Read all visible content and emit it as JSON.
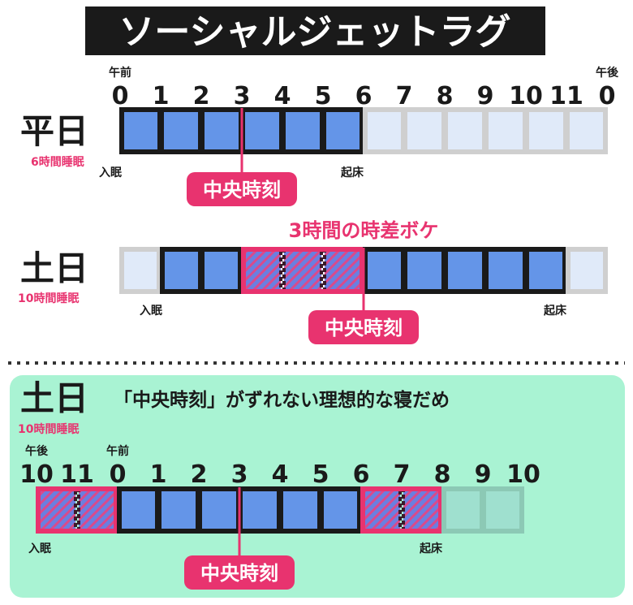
{
  "title": "ソーシャルジェットラグ",
  "colors": {
    "sleep": "#6495e8",
    "awake": "#e0eaf9",
    "awake_green": "#9fe0cf",
    "accent": "#e8336f",
    "panel": "#a9f3d3",
    "hatch": "#d94a8c"
  },
  "rows": [
    {
      "label": "平日",
      "sub": "6時間睡眠",
      "ticks": [
        "0",
        "1",
        "2",
        "3",
        "4",
        "5",
        "6",
        "7",
        "8",
        "9",
        "10",
        "11",
        "0"
      ],
      "period_labels": [
        {
          "tick": 0,
          "text": "午前"
        },
        {
          "tick": 12,
          "text": "午後"
        }
      ],
      "cells": [
        "sleep",
        "sleep",
        "sleep",
        "sleep",
        "sleep",
        "sleep",
        "awake",
        "awake",
        "awake",
        "awake",
        "awake",
        "awake"
      ],
      "bed_label": "入眠",
      "wake_label": "起床",
      "midpoint_label": "中央時刻",
      "midpoint_tick": 3
    },
    {
      "label": "土日",
      "sub": "10時間睡眠",
      "annotation": "3時間の時差ボケ",
      "ticks": [],
      "period_labels": [],
      "cells": [
        "awake",
        "sleep",
        "sleep",
        "extra",
        "extra",
        "extra",
        "sleep",
        "sleep",
        "sleep",
        "sleep",
        "sleep",
        "awake"
      ],
      "bed_label": "入眠",
      "wake_label": "起床",
      "midpoint_label": "中央時刻",
      "midpoint_tick": 6
    },
    {
      "label": "土日",
      "sub": "10時間睡眠",
      "heading": "「中央時刻」がずれない理想的な寝だめ",
      "ticks": [
        "10",
        "11",
        "0",
        "1",
        "2",
        "3",
        "4",
        "5",
        "6",
        "7",
        "8",
        "9",
        "10"
      ],
      "period_labels": [
        {
          "tick": 0,
          "text": "午後"
        },
        {
          "tick": 2,
          "text": "午前"
        }
      ],
      "cells": [
        "extra",
        "extra",
        "sleep",
        "sleep",
        "sleep",
        "sleep",
        "sleep",
        "sleep",
        "extra",
        "extra",
        "awake",
        "awake"
      ],
      "bed_label": "入眠",
      "wake_label": "起床",
      "midpoint_label": "中央時刻",
      "midpoint_tick": 5
    }
  ]
}
